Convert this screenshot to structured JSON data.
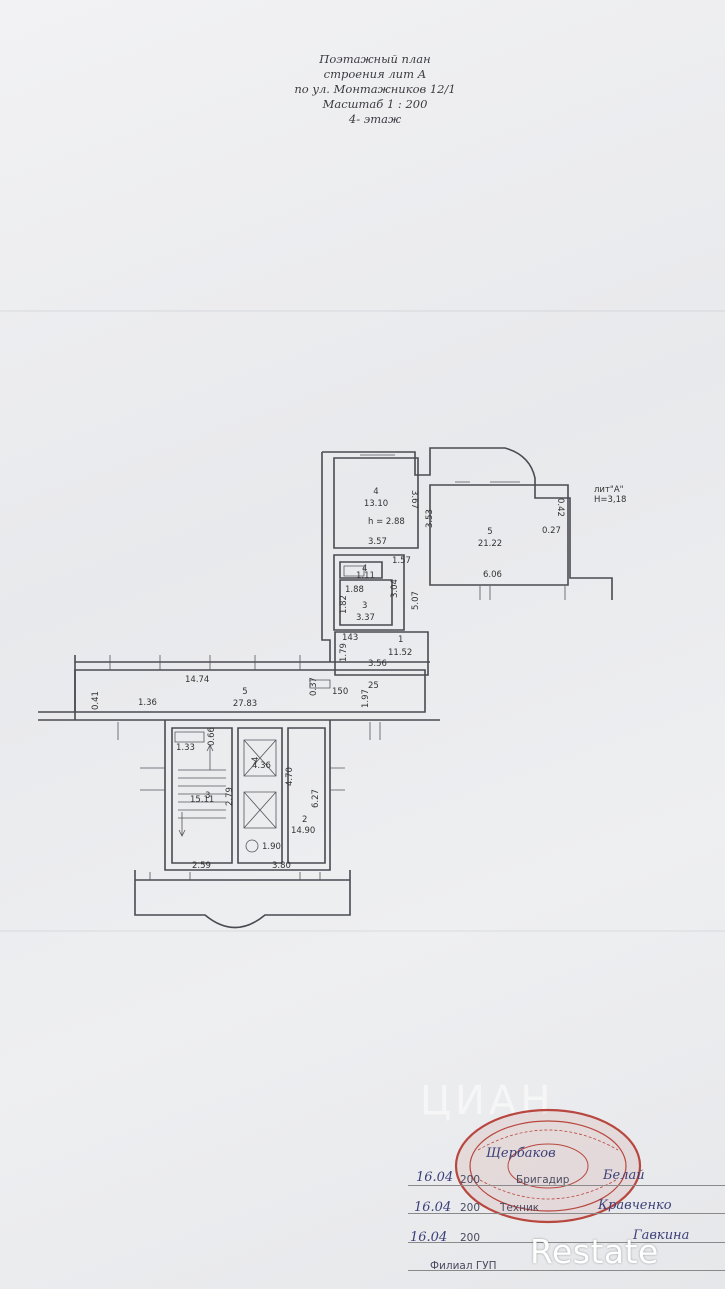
{
  "header": {
    "line1": "Поэтажный план",
    "line2": "строения лит А",
    "line3": "по ул. Монтажников 12/1",
    "line4": "Масштаб   1 : 200",
    "line5": "4- этаж"
  },
  "plan": {
    "lit_label": "лит\"А\"",
    "height_label": "Н=3,18",
    "rooms": [
      {
        "num": "4",
        "area": "13.10",
        "note": "h = 2.88"
      },
      {
        "num": "5",
        "area": "21.22"
      },
      {
        "num": "4",
        "area": "1.11"
      },
      {
        "num": "3",
        "area": "3.37"
      },
      {
        "num": "1",
        "area": "11.52"
      },
      {
        "num": "5",
        "area": "27.83"
      },
      {
        "num": "4",
        "area": "4.36"
      },
      {
        "num": "3",
        "area": "15.11"
      },
      {
        "num": "2",
        "area": "14.90"
      }
    ],
    "dims": {
      "d357": "3.57",
      "d367": "3.67",
      "d353": "3.53",
      "d042": "0.42",
      "d027": "0.27",
      "d606": "6.06",
      "d157": "1.57",
      "d188": "1.88",
      "d304": "3.04",
      "d182": "1.82",
      "d507": "5.07",
      "d143": "143",
      "d179": "1.79",
      "d356": "3.56",
      "d1474": "14.74",
      "d037": "0.37",
      "d150": "150",
      "d25": "25",
      "d197": "1.97",
      "d041": "0.41",
      "d136": "1.36",
      "d133": "1.33",
      "d066": "0.66",
      "d470": "4.70",
      "d627": "6.27",
      "d279": "2.79",
      "d190": "1.90",
      "d259": "2.59",
      "d380": "3.80"
    }
  },
  "stamp": {
    "row1_date": "16.04",
    "row1_year": "200",
    "row1_role": "Бригадир",
    "row2_date": "16.04",
    "row2_year": "200",
    "row2_role": "Техник",
    "row3_date": "16.04",
    "row3_year": "200",
    "branch": "Филиал ГУП",
    "sign1": "Щербаков",
    "sign2": "Белай",
    "sign3": "Кравченко",
    "sign4": "Гавкина"
  },
  "watermark": {
    "brand": "Restate",
    "faint": "ЦИАН"
  },
  "colors": {
    "paper": "#ecedef",
    "ink": "#3b3b42",
    "stamp_red": "#b8473f",
    "pen_blue": "#3a3f78"
  }
}
